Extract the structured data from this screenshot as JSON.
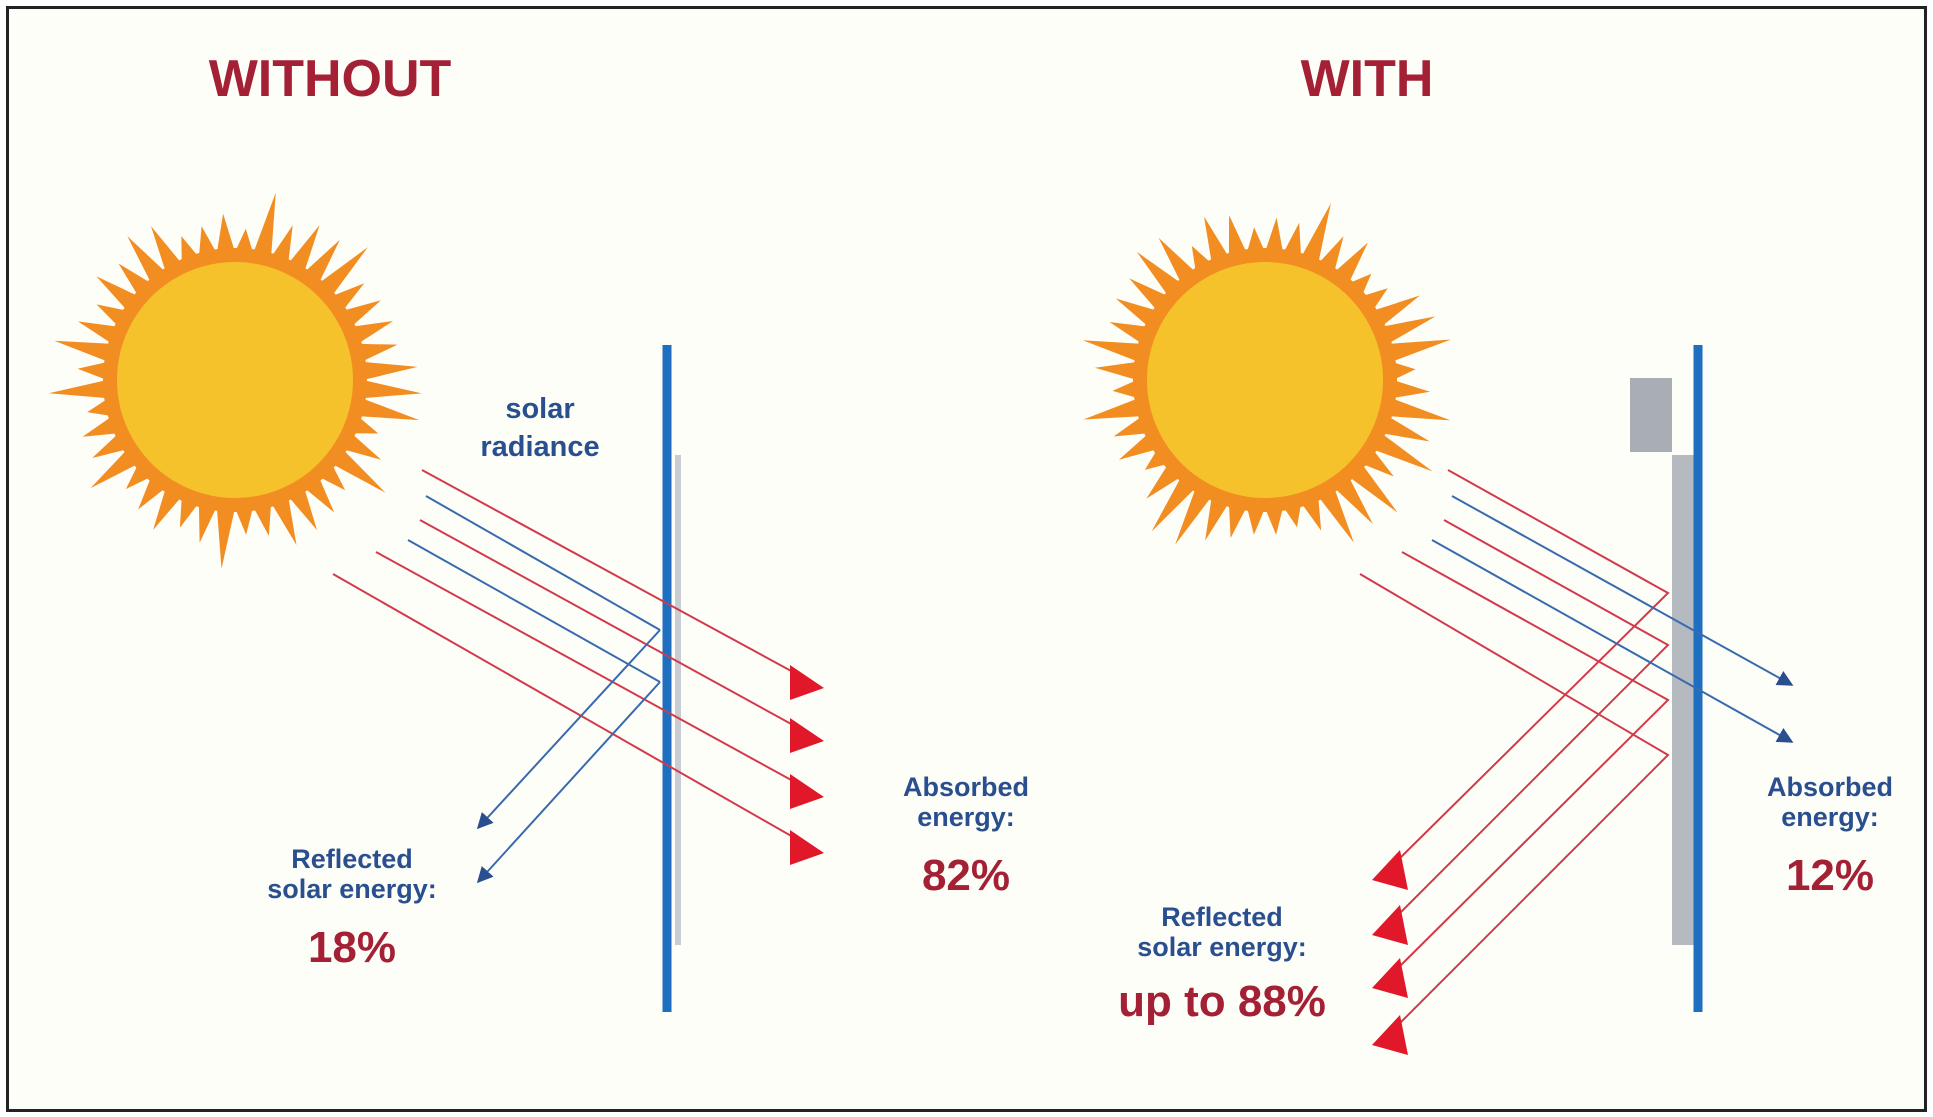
{
  "colors": {
    "background": "#fefef9",
    "title": "#a32035",
    "label_blue": "#2a4f8f",
    "pct_red": "#a32035",
    "glass_blue": "#1f6fc0",
    "ray_red": "#d23a4b",
    "ray_blue": "#3a6aae",
    "arrow_red": "#e0182a",
    "sun_core": "#f5c22c",
    "sun_rays": "#f28d22",
    "film_gray": "#b5b9c0"
  },
  "panels": {
    "without": {
      "title": "WITHOUT",
      "solar_label_line1": "solar",
      "solar_label_line2": "radiance",
      "reflected_line1": "Reflected",
      "reflected_line2": "solar energy:",
      "reflected_pct": "18%",
      "absorbed_line1": "Absorbed",
      "absorbed_line2": "energy:",
      "absorbed_pct": "82%"
    },
    "with": {
      "title": "WITH",
      "reflected_line1": "Reflected",
      "reflected_line2": "solar energy:",
      "reflected_pct": "up to 88%",
      "absorbed_line1": "Absorbed",
      "absorbed_line2": "energy:",
      "absorbed_pct": "12%"
    }
  },
  "icons": {
    "sun": "sun-icon",
    "arrowhead": "arrowhead-icon"
  }
}
